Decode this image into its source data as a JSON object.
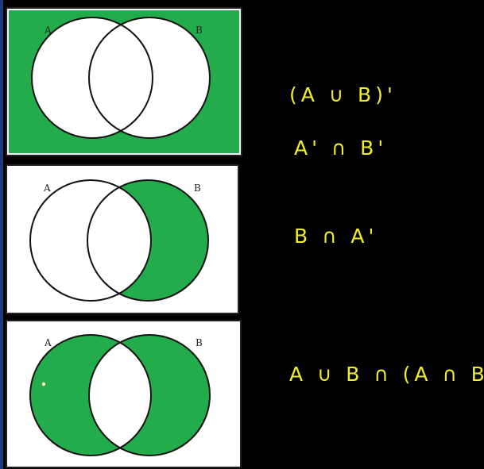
{
  "colors": {
    "background": "#000000",
    "shade": "#23ac4c",
    "frame": "#202020",
    "outline": "#111111",
    "ink": "#f2ee2a",
    "edge_blue": "#1b3c78"
  },
  "diagrams": [
    {
      "label_a": "A",
      "label_b": "B",
      "shaded": "outside",
      "notation": [
        "(A ∪ B)'",
        "A' ∩ B'"
      ]
    },
    {
      "label_a": "A",
      "label_b": "B",
      "shaded": "b-only",
      "notation": [
        "B ∩ A'"
      ]
    },
    {
      "label_a": "A",
      "label_b": "B",
      "shaded": "symmetric-difference",
      "notation": [
        "A ∪ B ∩ (A ∩ B)'"
      ]
    }
  ]
}
